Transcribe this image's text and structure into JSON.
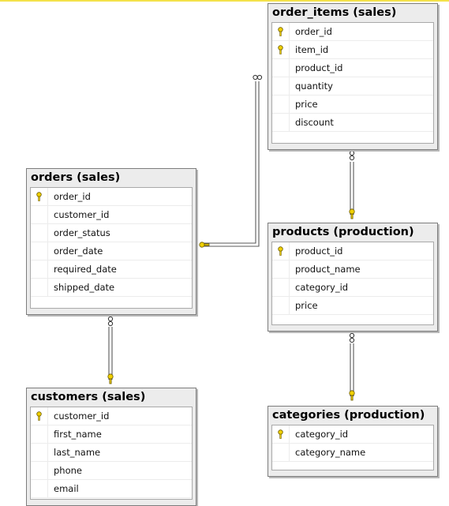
{
  "tables": [
    {
      "id": "order_items",
      "title": "order_items (sales)",
      "columns": [
        {
          "name": "order_id",
          "key": true
        },
        {
          "name": "item_id",
          "key": true
        },
        {
          "name": "product_id",
          "key": false
        },
        {
          "name": "quantity",
          "key": false
        },
        {
          "name": "price",
          "key": false
        },
        {
          "name": "discount",
          "key": false
        }
      ]
    },
    {
      "id": "orders",
      "title": "orders (sales)",
      "columns": [
        {
          "name": "order_id",
          "key": true
        },
        {
          "name": "customer_id",
          "key": false
        },
        {
          "name": "order_status",
          "key": false
        },
        {
          "name": "order_date",
          "key": false
        },
        {
          "name": "required_date",
          "key": false
        },
        {
          "name": "shipped_date",
          "key": false
        }
      ]
    },
    {
      "id": "products",
      "title": "products (production)",
      "columns": [
        {
          "name": "product_id",
          "key": true
        },
        {
          "name": "product_name",
          "key": false
        },
        {
          "name": "category_id",
          "key": false
        },
        {
          "name": "price",
          "key": false
        }
      ]
    },
    {
      "id": "customers",
      "title": "customers (sales)",
      "columns": [
        {
          "name": "customer_id",
          "key": true
        },
        {
          "name": "first_name",
          "key": false
        },
        {
          "name": "last_name",
          "key": false
        },
        {
          "name": "phone",
          "key": false
        },
        {
          "name": "email",
          "key": false
        }
      ]
    },
    {
      "id": "categories",
      "title": "categories (production)",
      "columns": [
        {
          "name": "category_id",
          "key": true
        },
        {
          "name": "category_name",
          "key": false
        }
      ]
    }
  ],
  "relationships": [
    {
      "from": "order_items",
      "to": "orders",
      "many_end": "order_items",
      "one_end": "orders"
    },
    {
      "from": "order_items",
      "to": "products",
      "many_end": "order_items",
      "one_end": "products"
    },
    {
      "from": "orders",
      "to": "customers",
      "many_end": "orders",
      "one_end": "customers"
    },
    {
      "from": "products",
      "to": "categories",
      "many_end": "products",
      "one_end": "categories"
    }
  ],
  "colors": {
    "key_icon": "#f0d000",
    "connector": "#5a5a5a",
    "title_bar": "#ececec",
    "border": "#7d7d7d"
  },
  "icons": {
    "primary_key": "key-icon",
    "many_end": "infinity-icon",
    "one_end": "key-icon"
  }
}
